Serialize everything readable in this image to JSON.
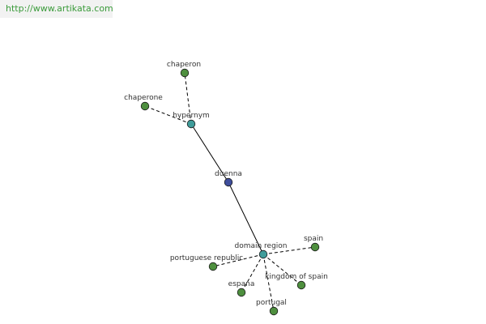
{
  "watermark": {
    "text": "http://www.artikata.com",
    "color": "#3a9b3a"
  },
  "colors": {
    "center_node": "#3f4e9c",
    "hub_node": "#3f9c9a",
    "leaf_node": "#4e8f3e",
    "node_stroke": "#1a1a1a",
    "edge": "#000000",
    "label": "#333333"
  },
  "graph": {
    "nodes": [
      {
        "id": "duenna",
        "label": "duenna",
        "kind": "center"
      },
      {
        "id": "hypernym",
        "label": "hypernym",
        "kind": "hub"
      },
      {
        "id": "domain-region",
        "label": "domain region",
        "kind": "hub"
      },
      {
        "id": "chaperon",
        "label": "chaperon",
        "kind": "leaf"
      },
      {
        "id": "chaperone",
        "label": "chaperone",
        "kind": "leaf"
      },
      {
        "id": "spain",
        "label": "spain",
        "kind": "leaf"
      },
      {
        "id": "portuguese-republic",
        "label": "portuguese republic",
        "kind": "leaf"
      },
      {
        "id": "kingdom-of-spain",
        "label": "kingdom of spain",
        "kind": "leaf"
      },
      {
        "id": "espana",
        "label": "espana",
        "kind": "leaf"
      },
      {
        "id": "portugal",
        "label": "portugal",
        "kind": "leaf"
      }
    ],
    "edges": [
      {
        "from": "duenna",
        "to": "hypernym",
        "style": "solid"
      },
      {
        "from": "duenna",
        "to": "domain-region",
        "style": "solid"
      },
      {
        "from": "hypernym",
        "to": "chaperon",
        "style": "dashed"
      },
      {
        "from": "hypernym",
        "to": "chaperone",
        "style": "dashed"
      },
      {
        "from": "domain-region",
        "to": "spain",
        "style": "dashed"
      },
      {
        "from": "domain-region",
        "to": "portuguese-republic",
        "style": "dashed"
      },
      {
        "from": "domain-region",
        "to": "kingdom-of-spain",
        "style": "dashed"
      },
      {
        "from": "domain-region",
        "to": "espana",
        "style": "dashed"
      },
      {
        "from": "domain-region",
        "to": "portugal",
        "style": "dashed"
      }
    ]
  }
}
